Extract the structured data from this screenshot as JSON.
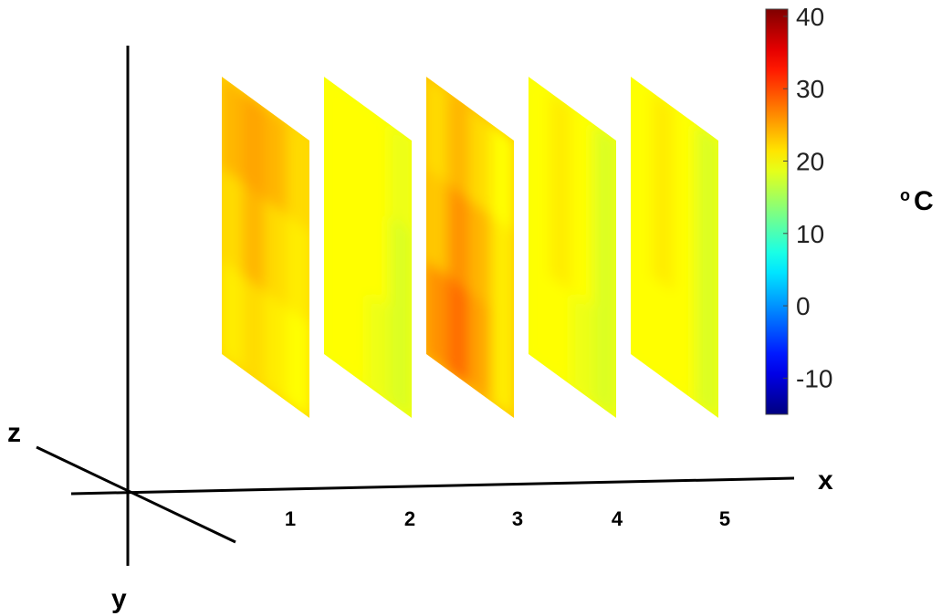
{
  "chart_data": {
    "type": "heatmap",
    "title": "",
    "axes": {
      "x_label": "x",
      "y_label": "y",
      "z_label": "z"
    },
    "x_ticks": [
      "1",
      "2",
      "3",
      "4",
      "5"
    ],
    "colorbar": {
      "unit_label": "°C",
      "unit_superscript": "o",
      "unit_letter": "C",
      "min": -15,
      "max": 41,
      "ticks": [
        40,
        30,
        20,
        10,
        0,
        -10
      ],
      "colormap": "jet"
    },
    "slices": [
      {
        "x": 1,
        "temps": [
          [
            24,
            25,
            24,
            22
          ],
          [
            22,
            24,
            22,
            21
          ],
          [
            21,
            22,
            21,
            20
          ]
        ]
      },
      {
        "x": 2,
        "temps": [
          [
            20,
            20,
            20,
            19
          ],
          [
            20,
            20,
            20,
            18
          ],
          [
            20,
            20,
            19,
            18
          ]
        ]
      },
      {
        "x": 3,
        "temps": [
          [
            22,
            24,
            22,
            20
          ],
          [
            23,
            26,
            24,
            21
          ],
          [
            26,
            28,
            25,
            21
          ]
        ]
      },
      {
        "x": 4,
        "temps": [
          [
            20,
            21,
            20,
            18
          ],
          [
            20,
            21,
            20,
            18
          ],
          [
            20,
            20,
            19,
            18
          ]
        ]
      },
      {
        "x": 5,
        "temps": [
          [
            20,
            21,
            20,
            18
          ],
          [
            20,
            21,
            20,
            18
          ],
          [
            20,
            20,
            20,
            18
          ]
        ]
      }
    ]
  }
}
